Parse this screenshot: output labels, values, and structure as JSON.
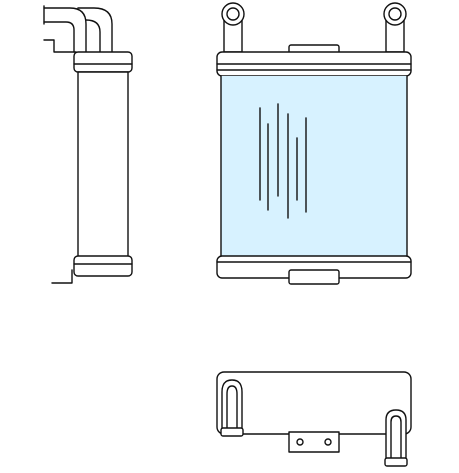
{
  "drawing": {
    "views": [
      "side-view",
      "front-view",
      "bottom-view"
    ],
    "colors": {
      "line": "#111111",
      "core_tint": "#d7f2ff",
      "background": "#ffffff"
    }
  }
}
